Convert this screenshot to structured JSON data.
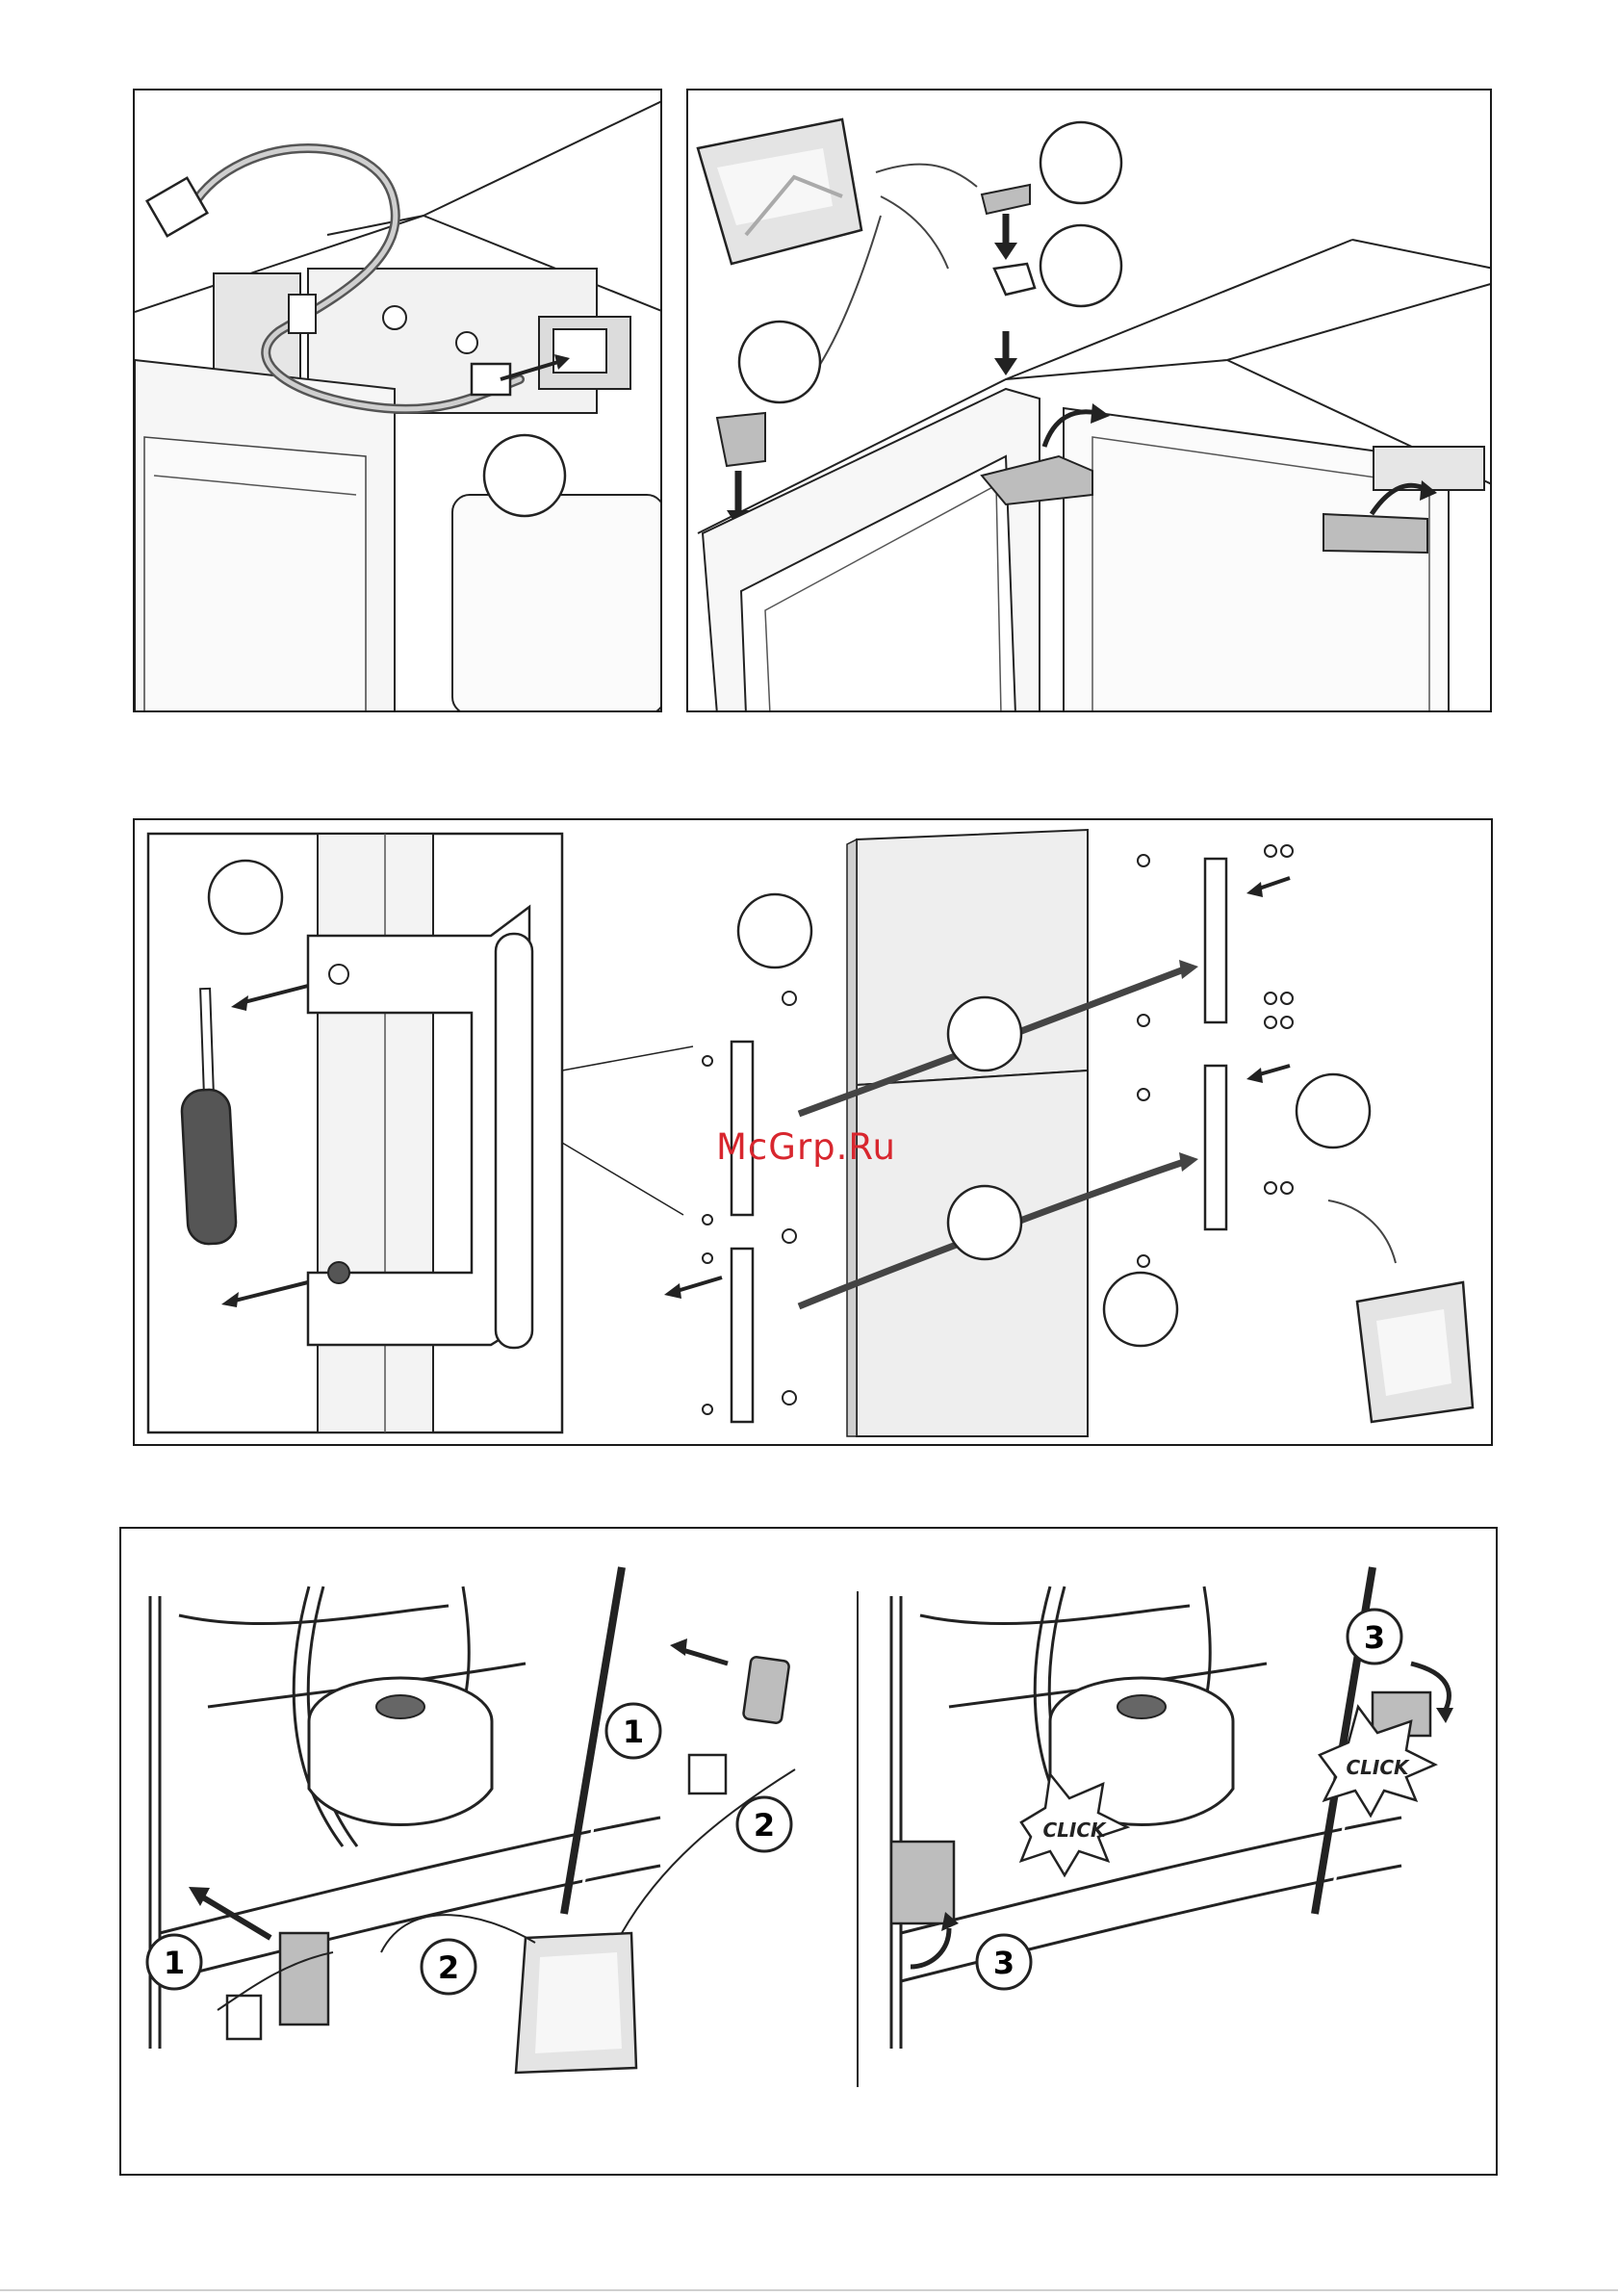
{
  "watermark": {
    "text": "McGrp.Ru",
    "color": "#d8262e"
  },
  "bottom_panel": {
    "callouts": [
      "1",
      "2",
      "1",
      "2",
      "3",
      "3"
    ],
    "click_labels": [
      "CLICK",
      "CLICK"
    ]
  },
  "icons": [
    "screwdriver-icon",
    "accessory-bag-icon",
    "arrow-icon",
    "screw-icon",
    "click-starburst-icon"
  ]
}
